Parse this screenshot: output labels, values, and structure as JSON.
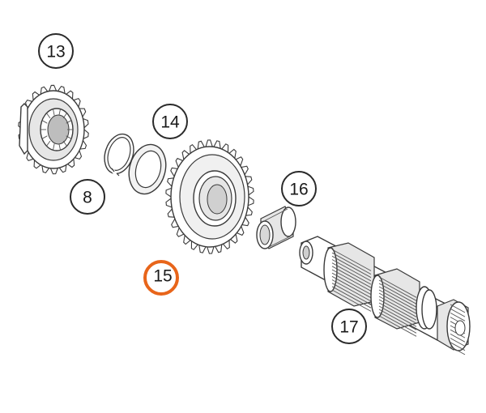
{
  "diagram": {
    "highlight_color": "#e8651a",
    "line_color": "#3a3a3a",
    "callouts": [
      {
        "id": "13",
        "label": "13",
        "highlighted": false
      },
      {
        "id": "14",
        "label": "14",
        "highlighted": false
      },
      {
        "id": "8",
        "label": "8",
        "highlighted": false
      },
      {
        "id": "16",
        "label": "16",
        "highlighted": false
      },
      {
        "id": "15",
        "label": "15",
        "highlighted": true
      },
      {
        "id": "17",
        "label": "17",
        "highlighted": false
      }
    ],
    "parts": [
      {
        "id": "13",
        "kind": "gear-with-dog-ring"
      },
      {
        "id": "8",
        "kind": "circlip"
      },
      {
        "id": "14",
        "kind": "thrust-washer"
      },
      {
        "id": "15",
        "kind": "gear-wheel"
      },
      {
        "id": "16",
        "kind": "needle-bearing-sleeve"
      },
      {
        "id": "17",
        "kind": "splined-shaft"
      }
    ]
  }
}
